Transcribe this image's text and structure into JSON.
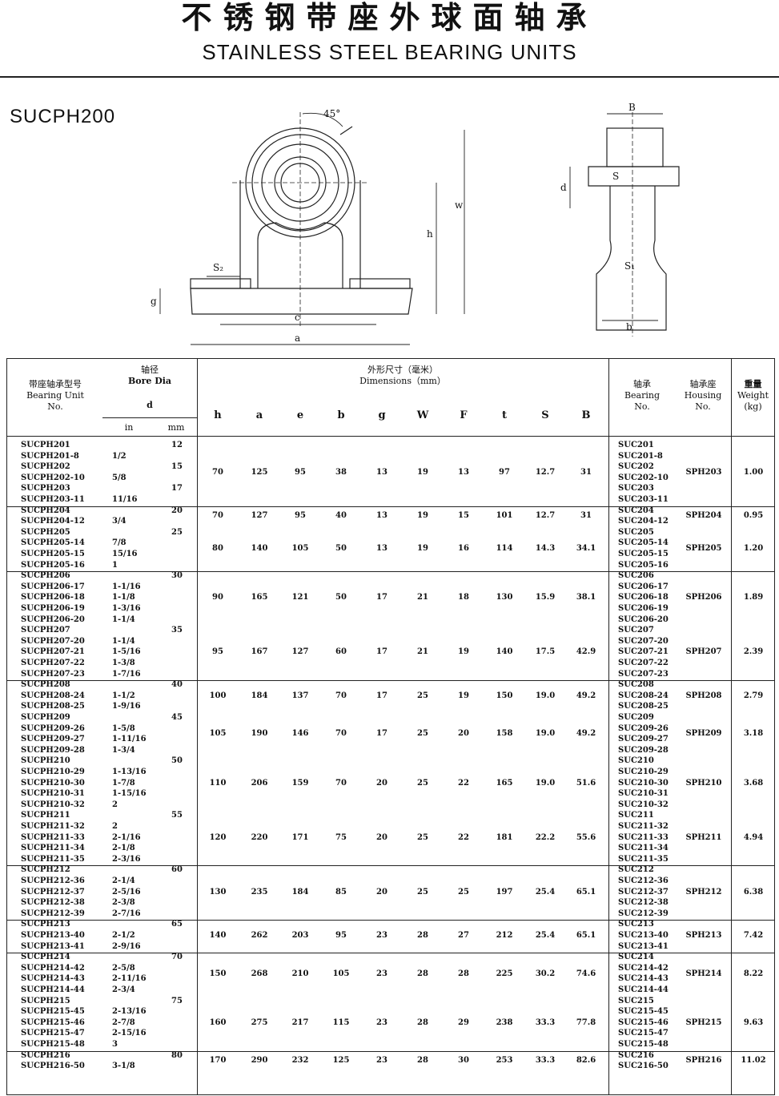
{
  "header": {
    "title_cn": "不锈钢带座外球面轴承",
    "title_en": "STAINLESS STEEL BEARING UNITS"
  },
  "model": "SUCPH200",
  "drawing": {
    "front_labels": [
      "45°",
      "w",
      "h",
      "S₂",
      "g",
      "c",
      "a"
    ],
    "side_labels": [
      "B",
      "S",
      "d",
      "S₁",
      "b"
    ]
  },
  "table": {
    "hdr": {
      "unit_cn": "带座轴承型号",
      "unit_en": "Bearing Unit",
      "unit_no": "No.",
      "bore_cn": "轴径",
      "bore_en": "Bore Dia",
      "d": "d",
      "in": "in",
      "mm": "mm",
      "dim_cn": "外形尺寸（毫米）",
      "dim_en": "Dimensions（mm）",
      "cols": [
        "h",
        "a",
        "e",
        "b",
        "g",
        "W",
        "F",
        "t",
        "S",
        "B"
      ],
      "bearing_cn": "轴承",
      "bearing_en": "Bearing",
      "bearing_no": "No.",
      "housing_cn": "轴承座",
      "housing_en": "Housing",
      "housing_no": "No.",
      "weight_cn": "重量",
      "weight_en": "Weight",
      "weight_unit": "(kg)"
    },
    "groups": [
      {
        "rows": [
          [
            "SUCPH201",
            "",
            "12",
            "SUC201"
          ],
          [
            "SUCPH201-8",
            "1/2",
            "",
            "SUC201-8"
          ],
          [
            "SUCPH202",
            "",
            "15",
            "SUC202"
          ],
          [
            "SUCPH202-10",
            "5/8",
            "",
            "SUC202-10"
          ],
          [
            "SUCPH203",
            "",
            "17",
            "SUC203"
          ],
          [
            "SUCPH203-11",
            "11/16",
            "",
            "SUC203-11"
          ]
        ],
        "dims": [
          "70",
          "125",
          "95",
          "38",
          "13",
          "19",
          "13",
          "97",
          "12.7",
          "31"
        ],
        "housing": "SPH203",
        "weight": "1.00"
      },
      {
        "rows": [
          [
            "SUCPH204",
            "",
            "20",
            "SUC204"
          ],
          [
            "SUCPH204-12",
            "3/4",
            "",
            "SUC204-12"
          ]
        ],
        "dims": [
          "70",
          "127",
          "95",
          "40",
          "13",
          "19",
          "15",
          "101",
          "12.7",
          "31"
        ],
        "housing": "SPH204",
        "weight": "0.95"
      },
      {
        "rows": [
          [
            "SUCPH205",
            "",
            "25",
            "SUC205"
          ],
          [
            "SUCPH205-14",
            "7/8",
            "",
            "SUC205-14"
          ],
          [
            "SUCPH205-15",
            "15/16",
            "",
            "SUC205-15"
          ],
          [
            "SUCPH205-16",
            "1",
            "",
            "SUC205-16"
          ]
        ],
        "dims": [
          "80",
          "140",
          "105",
          "50",
          "13",
          "19",
          "16",
          "114",
          "14.3",
          "34.1"
        ],
        "housing": "SPH205",
        "weight": "1.20"
      },
      {
        "rows": [
          [
            "SUCPH206",
            "",
            "30",
            "SUC206"
          ],
          [
            "SUCPH206-17",
            "1-1/16",
            "",
            "SUC206-17"
          ],
          [
            "SUCPH206-18",
            "1-1/8",
            "",
            "SUC206-18"
          ],
          [
            "SUCPH206-19",
            "1-3/16",
            "",
            "SUC206-19"
          ],
          [
            "SUCPH206-20",
            "1-1/4",
            "",
            "SUC206-20"
          ]
        ],
        "dims": [
          "90",
          "165",
          "121",
          "50",
          "17",
          "21",
          "18",
          "130",
          "15.9",
          "38.1"
        ],
        "housing": "SPH206",
        "weight": "1.89"
      },
      {
        "rows": [
          [
            "SUCPH207",
            "",
            "35",
            "SUC207"
          ],
          [
            "SUCPH207-20",
            "1-1/4",
            "",
            "SUC207-20"
          ],
          [
            "SUCPH207-21",
            "1-5/16",
            "",
            "SUC207-21"
          ],
          [
            "SUCPH207-22",
            "1-3/8",
            "",
            "SUC207-22"
          ],
          [
            "SUCPH207-23",
            "1-7/16",
            "",
            "SUC207-23"
          ]
        ],
        "dims": [
          "95",
          "167",
          "127",
          "60",
          "17",
          "21",
          "19",
          "140",
          "17.5",
          "42.9"
        ],
        "housing": "SPH207",
        "weight": "2.39"
      },
      {
        "rows": [
          [
            "SUCPH208",
            "",
            "40",
            "SUC208"
          ],
          [
            "SUCPH208-24",
            "1-1/2",
            "",
            "SUC208-24"
          ],
          [
            "SUCPH208-25",
            "1-9/16",
            "",
            "SUC208-25"
          ]
        ],
        "dims": [
          "100",
          "184",
          "137",
          "70",
          "17",
          "25",
          "19",
          "150",
          "19.0",
          "49.2"
        ],
        "housing": "SPH208",
        "weight": "2.79"
      },
      {
        "rows": [
          [
            "SUCPH209",
            "",
            "45",
            "SUC209"
          ],
          [
            "SUCPH209-26",
            "1-5/8",
            "",
            "SUC209-26"
          ],
          [
            "SUCPH209-27",
            "1-11/16",
            "",
            "SUC209-27"
          ],
          [
            "SUCPH209-28",
            "1-3/4",
            "",
            "SUC209-28"
          ]
        ],
        "dims": [
          "105",
          "190",
          "146",
          "70",
          "17",
          "25",
          "20",
          "158",
          "19.0",
          "49.2"
        ],
        "housing": "SPH209",
        "weight": "3.18"
      },
      {
        "rows": [
          [
            "SUCPH210",
            "",
            "50",
            "SUC210"
          ],
          [
            "SUCPH210-29",
            "1-13/16",
            "",
            "SUC210-29"
          ],
          [
            "SUCPH210-30",
            "1-7/8",
            "",
            "SUC210-30"
          ],
          [
            "SUCPH210-31",
            "1-15/16",
            "",
            "SUC210-31"
          ],
          [
            "SUCPH210-32",
            "2",
            "",
            "SUC210-32"
          ]
        ],
        "dims": [
          "110",
          "206",
          "159",
          "70",
          "20",
          "25",
          "22",
          "165",
          "19.0",
          "51.6"
        ],
        "housing": "SPH210",
        "weight": "3.68"
      },
      {
        "rows": [
          [
            "SUCPH211",
            "",
            "55",
            "SUC211"
          ],
          [
            "SUCPH211-32",
            "2",
            "",
            "SUC211-32"
          ],
          [
            "SUCPH211-33",
            "2-1/16",
            "",
            "SUC211-33"
          ],
          [
            "SUCPH211-34",
            "2-1/8",
            "",
            "SUC211-34"
          ],
          [
            "SUCPH211-35",
            "2-3/16",
            "",
            "SUC211-35"
          ]
        ],
        "dims": [
          "120",
          "220",
          "171",
          "75",
          "20",
          "25",
          "22",
          "181",
          "22.2",
          "55.6"
        ],
        "housing": "SPH211",
        "weight": "4.94"
      },
      {
        "rows": [
          [
            "SUCPH212",
            "",
            "60",
            "SUC212"
          ],
          [
            "SUCPH212-36",
            "2-1/4",
            "",
            "SUC212-36"
          ],
          [
            "SUCPH212-37",
            "2-5/16",
            "",
            "SUC212-37"
          ],
          [
            "SUCPH212-38",
            "2-3/8",
            "",
            "SUC212-38"
          ],
          [
            "SUCPH212-39",
            "2-7/16",
            "",
            "SUC212-39"
          ]
        ],
        "dims": [
          "130",
          "235",
          "184",
          "85",
          "20",
          "25",
          "25",
          "197",
          "25.4",
          "65.1"
        ],
        "housing": "SPH212",
        "weight": "6.38"
      },
      {
        "rows": [
          [
            "SUCPH213",
            "",
            "65",
            "SUC213"
          ],
          [
            "SUCPH213-40",
            "2-1/2",
            "",
            "SUC213-40"
          ],
          [
            "SUCPH213-41",
            "2-9/16",
            "",
            "SUC213-41"
          ]
        ],
        "dims": [
          "140",
          "262",
          "203",
          "95",
          "23",
          "28",
          "27",
          "212",
          "25.4",
          "65.1"
        ],
        "housing": "SPH213",
        "weight": "7.42"
      },
      {
        "rows": [
          [
            "SUCPH214",
            "",
            "70",
            "SUC214"
          ],
          [
            "SUCPH214-42",
            "2-5/8",
            "",
            "SUC214-42"
          ],
          [
            "SUCPH214-43",
            "2-11/16",
            "",
            "SUC214-43"
          ],
          [
            "SUCPH214-44",
            "2-3/4",
            "",
            "SUC214-44"
          ]
        ],
        "dims": [
          "150",
          "268",
          "210",
          "105",
          "23",
          "28",
          "28",
          "225",
          "30.2",
          "74.6"
        ],
        "housing": "SPH214",
        "weight": "8.22"
      },
      {
        "rows": [
          [
            "SUCPH215",
            "",
            "75",
            "SUC215"
          ],
          [
            "SUCPH215-45",
            "2-13/16",
            "",
            "SUC215-45"
          ],
          [
            "SUCPH215-46",
            "2-7/8",
            "",
            "SUC215-46"
          ],
          [
            "SUCPH215-47",
            "2-15/16",
            "",
            "SUC215-47"
          ],
          [
            "SUCPH215-48",
            "3",
            "",
            "SUC215-48"
          ]
        ],
        "dims": [
          "160",
          "275",
          "217",
          "115",
          "23",
          "28",
          "29",
          "238",
          "33.3",
          "77.8"
        ],
        "housing": "SPH215",
        "weight": "9.63"
      },
      {
        "rows": [
          [
            "SUCPH216",
            "",
            "80",
            "SUC216"
          ],
          [
            "SUCPH216-50",
            "3-1/8",
            "",
            "SUC216-50"
          ]
        ],
        "dims": [
          "170",
          "290",
          "232",
          "125",
          "23",
          "28",
          "30",
          "253",
          "33.3",
          "82.6"
        ],
        "housing": "SPH216",
        "weight": "11.02"
      }
    ],
    "separators_after_groups": [
      0,
      2,
      4,
      8,
      9,
      10,
      12
    ]
  }
}
